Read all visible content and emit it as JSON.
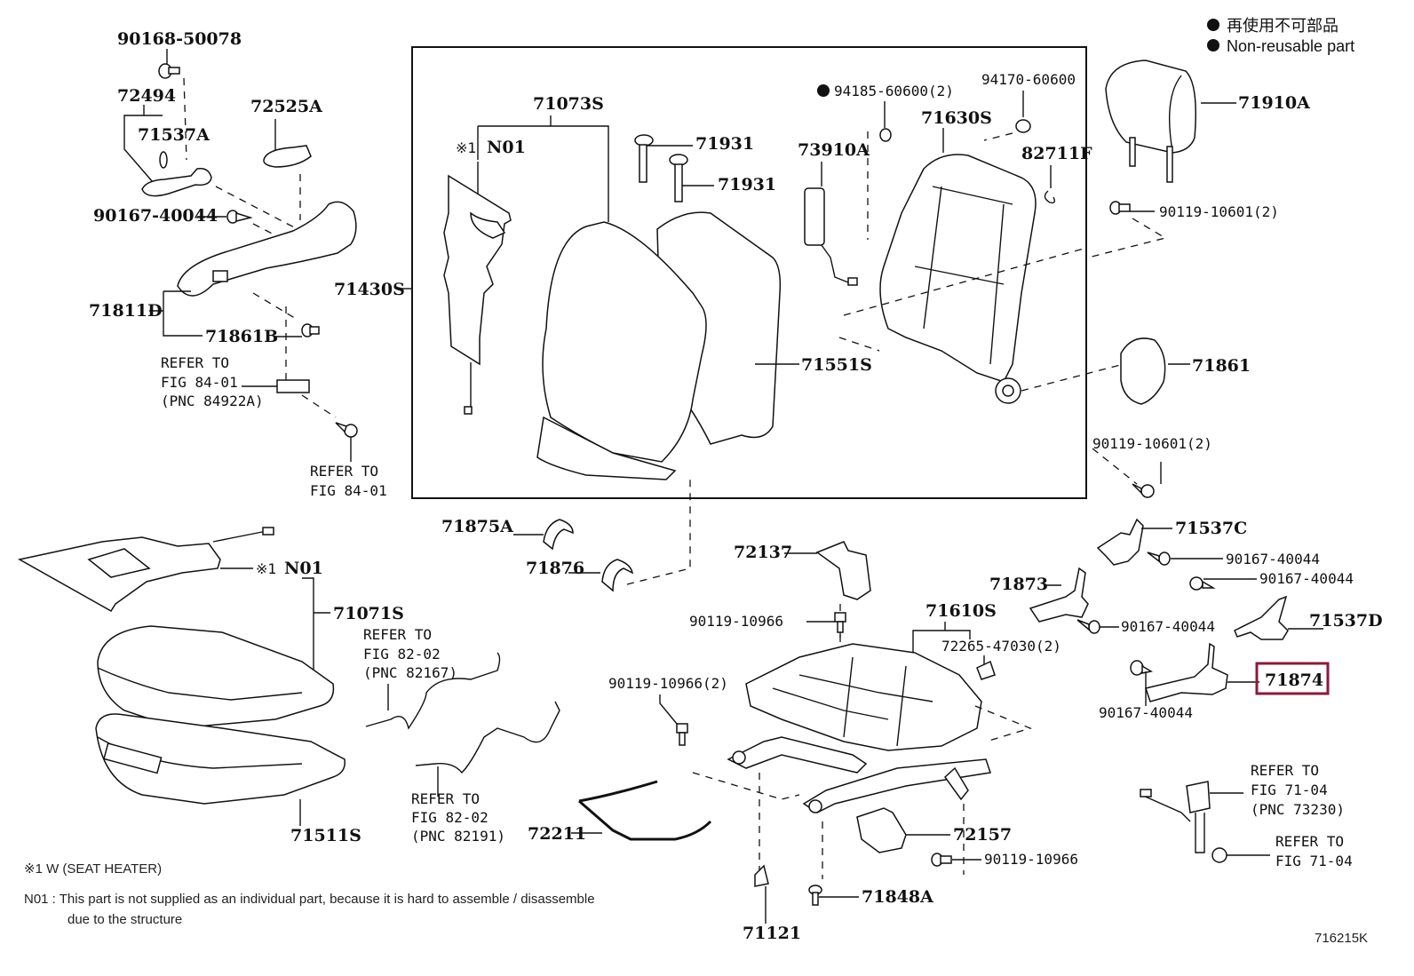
{
  "legend": {
    "line1": "再使用不可部品",
    "line2": "Non-reusable part",
    "marker": "filled-circle"
  },
  "figure_id": "716215K",
  "highlighted_part": "71874",
  "labels": {
    "p90168_50078": "90168-50078",
    "p72494": "72494",
    "p71537A": "71537A",
    "p72525A": "72525A",
    "p90167_40044_a": "90167-40044",
    "p71811D": "71811D",
    "p71861B": "71861B",
    "ref84_01_a_1": "REFER TO",
    "ref84_01_a_2": "FIG 84-01",
    "ref84_01_a_3": "(PNC 84922A)",
    "ref84_01_b_1": "REFER TO",
    "ref84_01_b_2": "FIG 84-01",
    "p71430S": "71430S",
    "p71073S": "71073S",
    "n01_mark_a": "※1",
    "n01_a": "N01",
    "p71931_a": "71931",
    "p71931_b": "71931",
    "p71551S": "71551S",
    "p94185": "94185-60600(2)",
    "p94170": "94170-60600",
    "p73910A": "73910A",
    "p71630S": "71630S",
    "p82711F": "82711F",
    "p71910A": "71910A",
    "p90119_10601_a": "90119-10601(2)",
    "p71861": "71861",
    "p90119_10601_b": "90119-10601(2)",
    "p71537C": "71537C",
    "p90167_40044_b": "90167-40044",
    "p90167_40044_c": "90167-40044",
    "p71873": "71873",
    "p90167_40044_d": "90167-40044",
    "p71537D": "71537D",
    "p71874": "71874",
    "p90167_40044_e": "90167-40044",
    "ref71_04_a_1": "REFER TO",
    "ref71_04_a_2": "FIG 71-04",
    "ref71_04_a_3": "(PNC 73230)",
    "ref71_04_b_1": "REFER TO",
    "ref71_04_b_2": "FIG 71-04",
    "p71875A": "71875A",
    "p71876": "71876",
    "p72137": "72137",
    "p90119_10966_a": "90119-10966",
    "p71610S": "71610S",
    "p72265": "72265-47030(2)",
    "p90119_10966_b": "90119-10966(2)",
    "n01_mark_b": "※1",
    "n01_b": "N01",
    "p71071S": "71071S",
    "ref82_02_a_1": "REFER TO",
    "ref82_02_a_2": "FIG 82-02",
    "ref82_02_a_3": "(PNC 82167)",
    "ref82_02_b_1": "REFER TO",
    "ref82_02_b_2": "FIG 82-02",
    "ref82_02_b_3": "(PNC 82191)",
    "p71511S": "71511S",
    "p72211": "72211",
    "p72157": "72157",
    "p90119_10966_c": "90119-10966",
    "p71848A": "71848A",
    "p71121": "71121"
  },
  "notes": {
    "note1": "※1   W (SEAT  HEATER)",
    "note2_line1": "N01 : This part is not supplied as an individual part, because it is hard to assemble / disassemble",
    "note2_line2": "due to the structure"
  }
}
